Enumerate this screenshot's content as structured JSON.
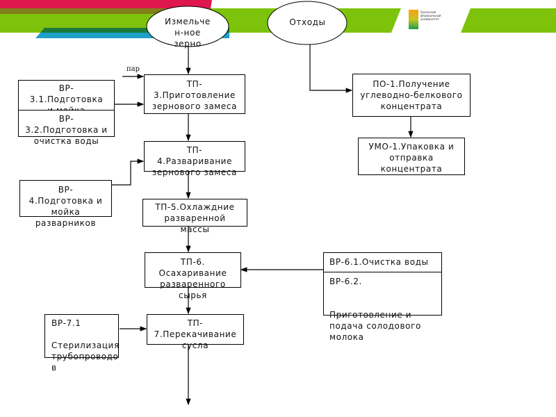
{
  "header": {
    "logo_text": "Уральский федеральный университет",
    "colors": {
      "red": "#e0164e",
      "olive": "#808018",
      "lime": "#7dc30c",
      "dark_green": "#1b7a3c",
      "blue": "#1ea0c8"
    }
  },
  "diagram": {
    "ellipses": {
      "grain": "Измельче\nн-ное\nзерно",
      "waste": "Отходы"
    },
    "steam_label": "пар",
    "nodes": {
      "tp3": "ТП-\n3.Приготовление\nзернового замеса",
      "vr31": "ВР-\n3.1.Подготовка\nи мойка",
      "vr32": "ВР-\n3.2.Подготовка и\nочистка воды",
      "tp4": "ТП-\n4.Разваривание\nзернового замеса",
      "vr4": "ВР-\n4.Подготовка  и\nмойка\nразварников",
      "tp5": "ТП-5.Охлаждние\nразваренной\nмассы",
      "tp6": "ТП-6.\nОсахаривание\nразваренного\nсырья",
      "vr61": "ВР-6.1.Очистка воды",
      "vr62": "ВР-6.2.\n\n\nПриготовление и\nподача солодового\nмолока",
      "tp7": "ТП-\n7.Перекачивание\nсусла",
      "vr71": "ВР-7.1\n\nСтерилизация\nтрубопроводо\nв",
      "po1": "ПО-1.Получение\nуглеводно-белкового\nконцентрата",
      "umo1": "УМО-1.Упаковка и\nотправка\nконцентрата"
    }
  }
}
